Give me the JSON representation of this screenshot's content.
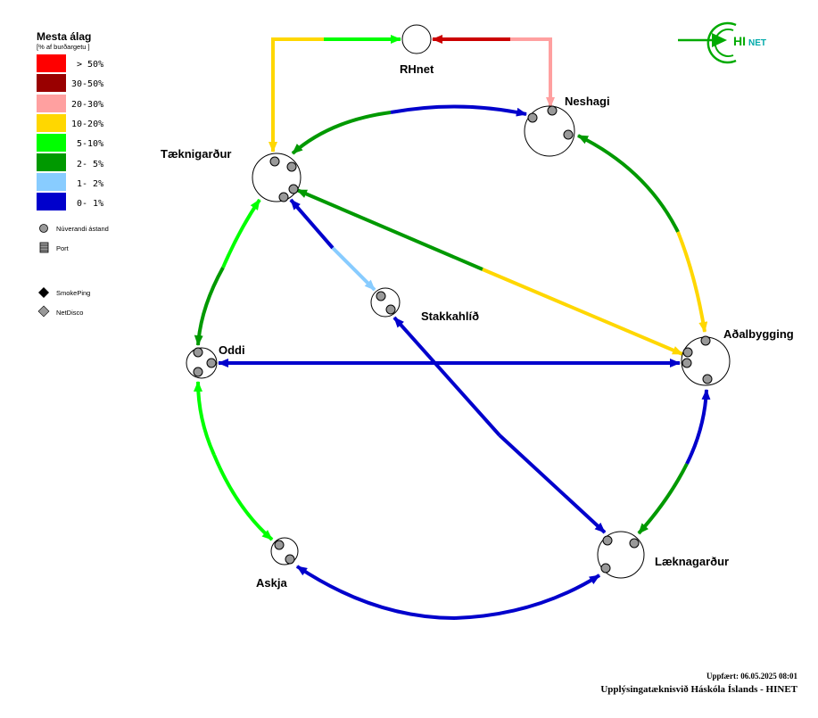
{
  "legend": {
    "title": "Mesta álag",
    "subtitle": "[% af burðargetu ]",
    "items": [
      {
        "label": "> 50%",
        "color": "#ff0000"
      },
      {
        "label": "30-50%",
        "color": "#990000"
      },
      {
        "label": "20-30%",
        "color": "#ffa0a0"
      },
      {
        "label": "10-20%",
        "color": "#ffd700"
      },
      {
        "label": "5-10%",
        "color": "#00ff00"
      },
      {
        "label": "2- 5%",
        "color": "#009900"
      },
      {
        "label": "1- 2%",
        "color": "#88ccff"
      },
      {
        "label": "0- 1%",
        "color": "#0000cc"
      }
    ],
    "status_label": "Núverandi ástand",
    "port_label": "Port",
    "smokeping_label": "SmokePing",
    "netdisco_label": "NetDisco"
  },
  "logo": {
    "hi": "HI",
    "net": "NET",
    "color": "#00aa00",
    "net_color": "#00aaaa"
  },
  "nodes": {
    "rhnet": "RHnet",
    "neshagi": "Neshagi",
    "taeknigardur": "Tæknigarður",
    "stakkahlid": "Stakkahlíð",
    "oddi": "Oddi",
    "adalbygging": "Aðalbygging",
    "askja": "Askja",
    "laeknagardur": "Læknagarður"
  },
  "footer": {
    "updated": "Uppfært: 06.05.2025 08:01",
    "org": "Upplýsingatæknisvið Háskóla Íslands - HINET"
  }
}
